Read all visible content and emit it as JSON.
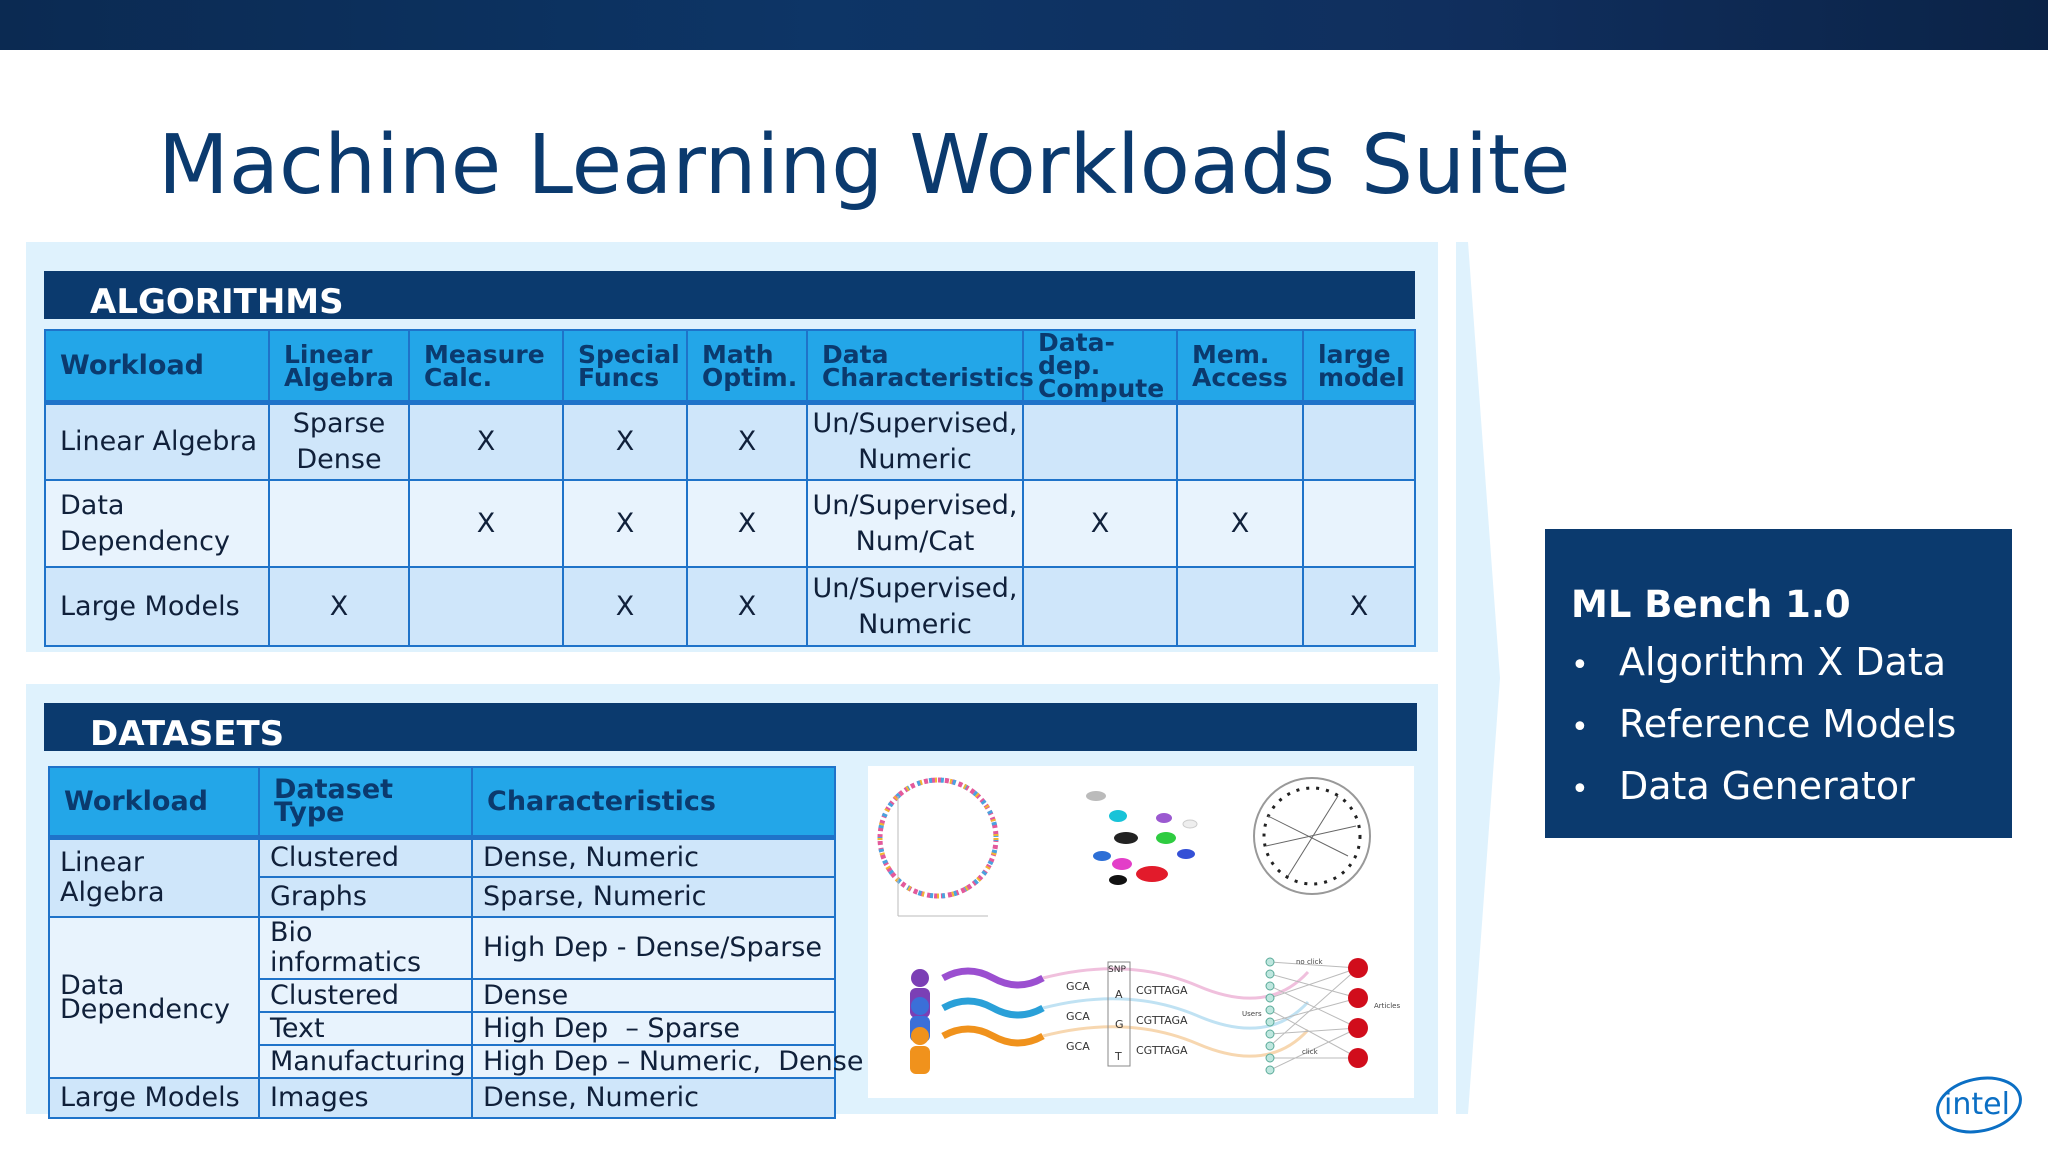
{
  "title": "Machine Learning Workloads Suite",
  "algorithms": {
    "header": "ALGORITHMS",
    "columns": [
      "Workload",
      "Linear\nAlgebra",
      "Measure\nCalc.",
      "Special\nFuncs",
      "Math\nOptim.",
      "Data\nCharacteristics",
      "Data-dep.\nCompute",
      "Mem.\nAccess",
      "large\nmodel"
    ],
    "rows": [
      [
        "Linear Algebra",
        "Sparse\nDense",
        "X",
        "X",
        "X",
        "Un/Supervised,\nNumeric",
        "",
        "",
        ""
      ],
      [
        "Data\nDependency",
        "",
        "X",
        "X",
        "X",
        "Un/Supervised,\nNum/Cat",
        "X",
        "X",
        ""
      ],
      [
        "Large Models",
        "X",
        "",
        "X",
        "X",
        "Un/Supervised,\nNumeric",
        "",
        "",
        "X"
      ]
    ]
  },
  "datasets": {
    "header": "DATASETS",
    "columns": [
      "Workload",
      "Dataset Type",
      "Characteristics"
    ],
    "groups": [
      {
        "workload": "Linear Algebra",
        "rows": [
          [
            "Clustered",
            "Dense, Numeric"
          ],
          [
            "Graphs",
            "Sparse, Numeric"
          ]
        ]
      },
      {
        "workload": "Data\nDependency",
        "rows": [
          [
            "Bio informatics",
            "High Dep - Dense/Sparse"
          ],
          [
            "Clustered",
            "Dense"
          ],
          [
            "Text",
            "High Dep  – Sparse"
          ],
          [
            "Manufacturing",
            "High Dep – Numeric,  Dense"
          ]
        ]
      },
      {
        "workload": "Large Models",
        "rows": [
          [
            "Images",
            "Dense, Numeric"
          ]
        ]
      }
    ]
  },
  "visuals": {
    "dna_labels": [
      "SNP",
      "GCA",
      "A",
      "CGTTAGA",
      "GCA",
      "G",
      "CGTTAGA",
      "GCA",
      "T",
      "CGTTAGA"
    ],
    "network_labels": [
      "no click",
      "click",
      "Users",
      "Articles"
    ]
  },
  "ml_bench": {
    "title": "ML Bench 1.0",
    "bullets": [
      "Algorithm X Data",
      "Reference Models",
      "Data Generator"
    ],
    "bullet_glyph": "•"
  },
  "logo_text": "intel",
  "colors": {
    "navy": "#0b3a6e",
    "header_cyan": "#23a6e8",
    "panel_bg": "#dff2fd",
    "grid_line": "#1f73c9",
    "cell_dark": "#cfe6fa",
    "cell_light": "#e8f3fd"
  }
}
